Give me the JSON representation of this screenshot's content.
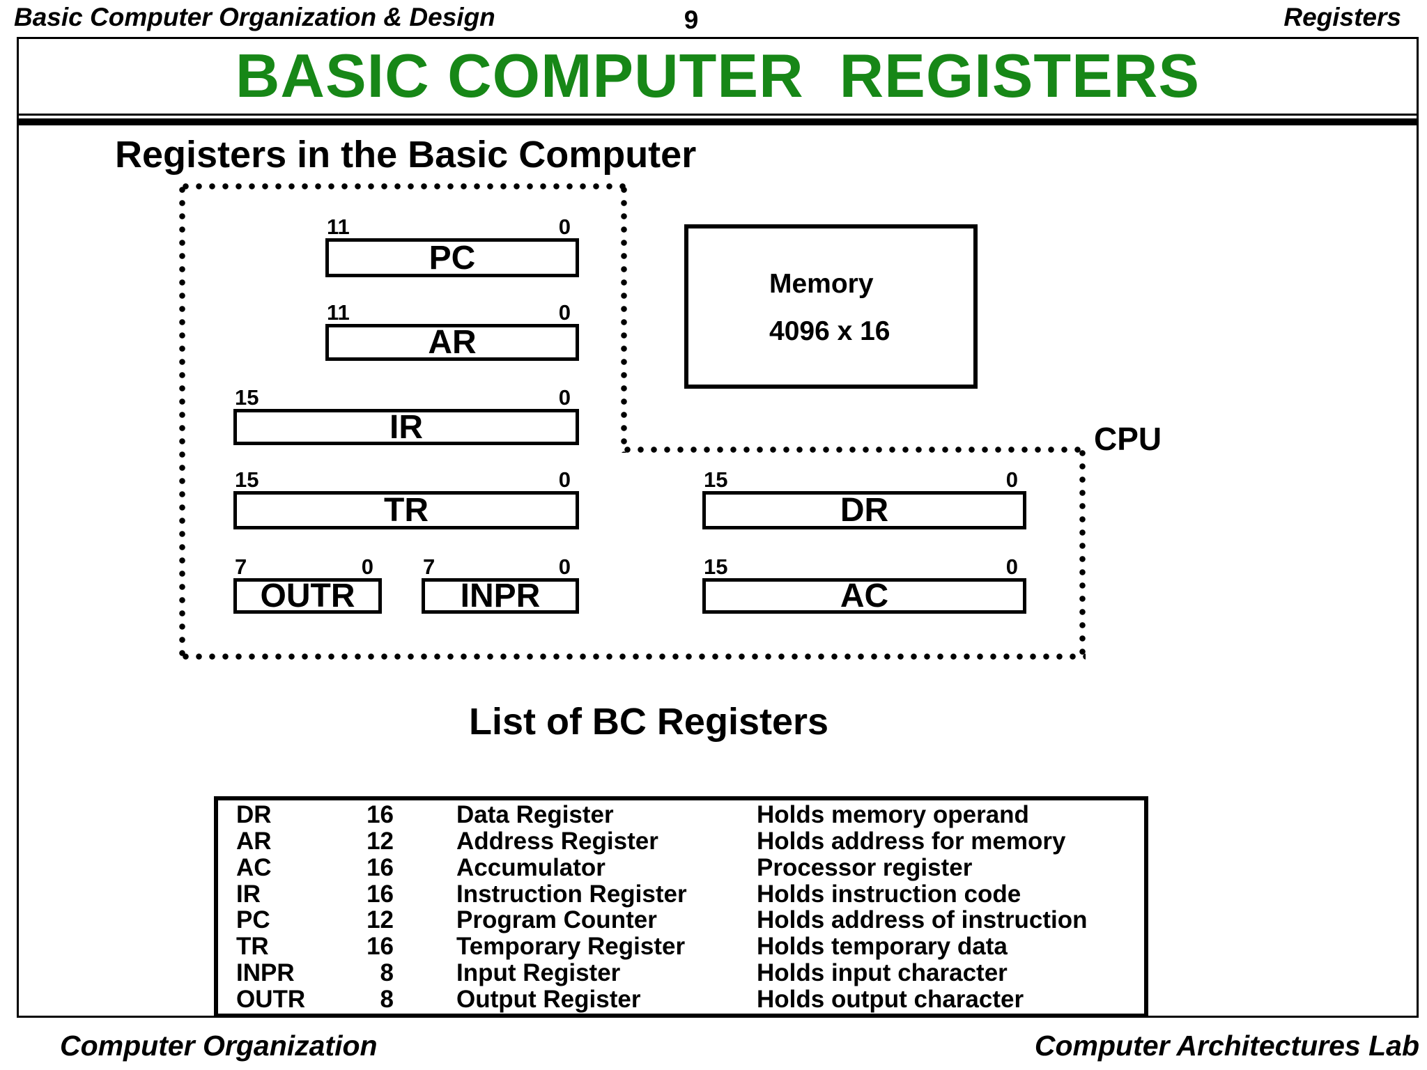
{
  "header": {
    "course": "Basic Computer Organization & Design",
    "page_number": "9",
    "section": "Registers"
  },
  "title": {
    "text": "BASIC COMPUTER  REGISTERS",
    "color": "#178717"
  },
  "diagram": {
    "heading": "Registers in the Basic Computer",
    "cpu_label": "CPU",
    "memory": {
      "line1": "Memory",
      "line2": "4096 x 16"
    },
    "registers": [
      {
        "label": "PC",
        "high_bit": "11",
        "low_bit": "0"
      },
      {
        "label": "AR",
        "high_bit": "11",
        "low_bit": "0"
      },
      {
        "label": "IR",
        "high_bit": "15",
        "low_bit": "0"
      },
      {
        "label": "TR",
        "high_bit": "15",
        "low_bit": "0"
      },
      {
        "label": "OUTR",
        "high_bit": "7",
        "low_bit": "0"
      },
      {
        "label": "INPR",
        "high_bit": "7",
        "low_bit": "0"
      },
      {
        "label": "DR",
        "high_bit": "15",
        "low_bit": "0"
      },
      {
        "label": "AC",
        "high_bit": "15",
        "low_bit": "0"
      }
    ]
  },
  "table": {
    "heading": "List of BC Registers",
    "rows": [
      {
        "name": "DR",
        "bits": "16",
        "full_name": "Data Register",
        "description": "Holds memory operand"
      },
      {
        "name": "AR",
        "bits": "12",
        "full_name": "Address Register",
        "description": "Holds address for memory"
      },
      {
        "name": "AC",
        "bits": "16",
        "full_name": "Accumulator",
        "description": "Processor register"
      },
      {
        "name": "IR",
        "bits": "16",
        "full_name": "Instruction Register",
        "description": "Holds instruction code"
      },
      {
        "name": "PC",
        "bits": "12",
        "full_name": "Program Counter",
        "description": "Holds address of instruction"
      },
      {
        "name": "TR",
        "bits": "16",
        "full_name": "Temporary Register",
        "description": "Holds temporary data"
      },
      {
        "name": "INPR",
        "bits": "8",
        "full_name": "Input Register",
        "description": "Holds input character"
      },
      {
        "name": "OUTR",
        "bits": "8",
        "full_name": "Output Register",
        "description": "Holds output character"
      }
    ]
  },
  "footer": {
    "left": "Computer Organization",
    "right": "Computer Architectures Lab"
  }
}
